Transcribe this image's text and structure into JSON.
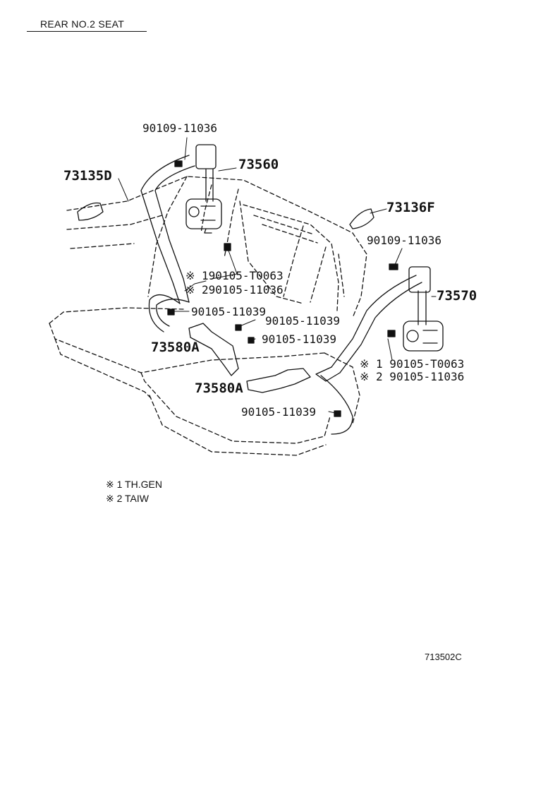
{
  "title": "REAR NO.2 SEAT",
  "figure_id": "713502C",
  "parts": {
    "bolt_upper_left": "90109-11036",
    "retractor_left": "73560",
    "cover_left": "73135D",
    "cover_right": "73136F",
    "bolt_upper_right": "90109-11036",
    "retractor_right": "73570",
    "note_left_1": "※ 190105-T0063",
    "note_left_2": "※ 290105-11036",
    "bolt_anchor_left": "90105-11039",
    "bolt_buckle_a": "90105-11039",
    "bolt_buckle_b": "90105-11039",
    "buckle_a_upper": "73580A",
    "note_right_1": "※ 1  90105-T0063",
    "note_right_2": "※ 2  90105-11036",
    "buckle_a_lower": "73580A",
    "bolt_anchor_right": "90105-11039"
  },
  "legend": [
    "※ 1 TH.GEN",
    "※ 2 TAIW"
  ]
}
